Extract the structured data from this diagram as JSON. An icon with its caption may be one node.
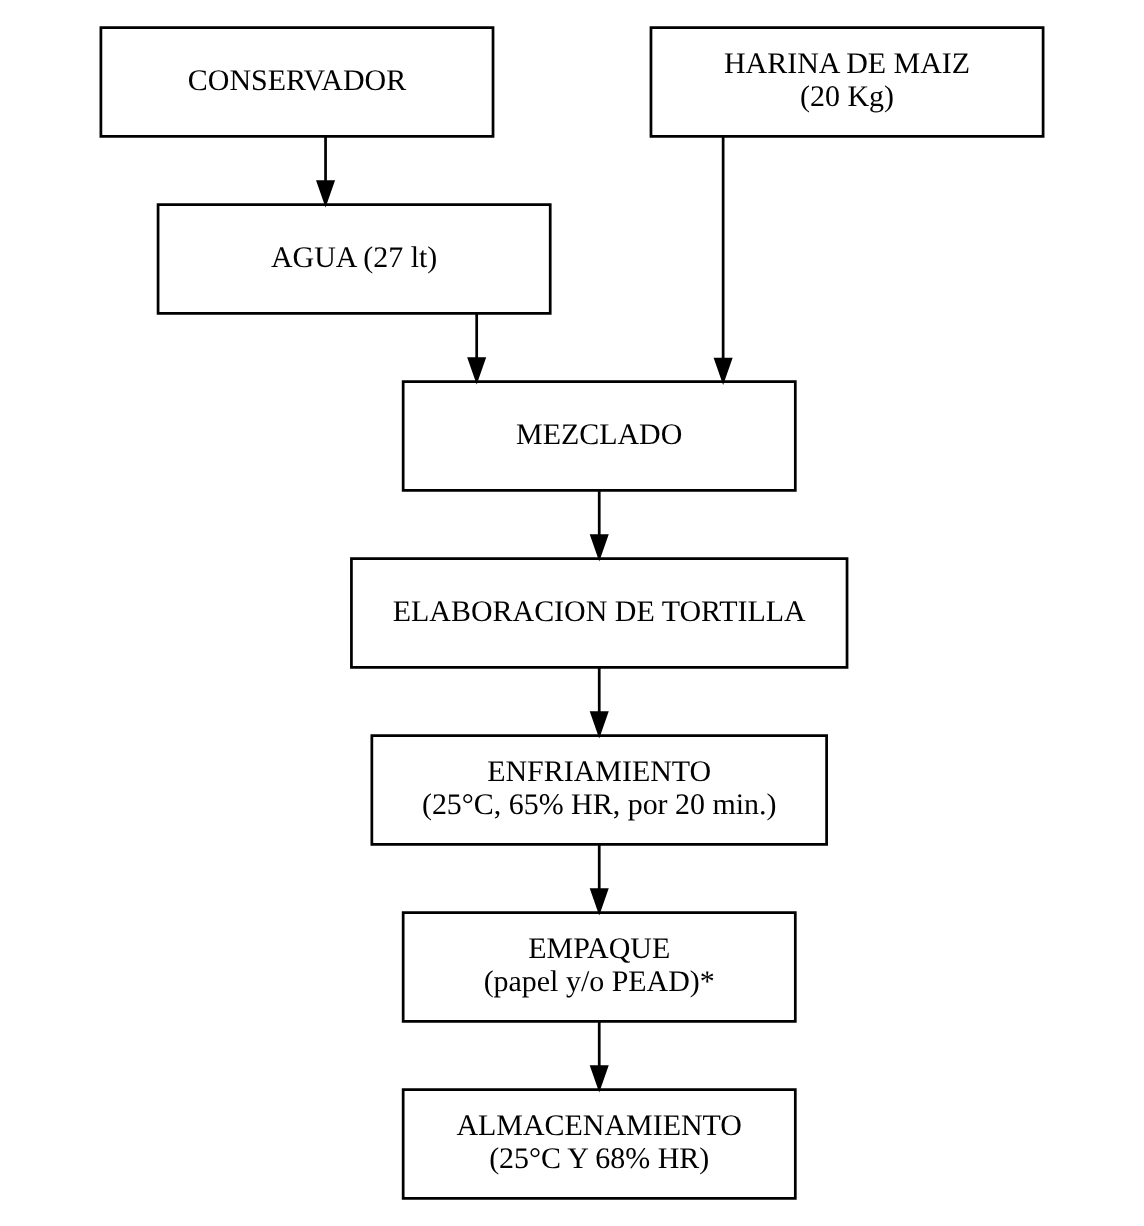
{
  "diagram": {
    "nodes": [
      {
        "text": [
          "CONSERVADOR"
        ]
      },
      {
        "text": [
          "HARINA DE MAIZ",
          "(20 Kg)"
        ]
      },
      {
        "text": [
          "AGUA (27 lt)"
        ]
      },
      {
        "text": [
          "MEZCLADO"
        ]
      },
      {
        "text": [
          "ELABORACION DE TORTILLA"
        ]
      },
      {
        "text": [
          "ENFRIAMIENTO",
          "(25°C, 65% HR, por 20 min.)"
        ]
      },
      {
        "text": [
          "EMPAQUE",
          "(papel y/o PEAD)*"
        ]
      },
      {
        "text": [
          "ALMACENAMIENTO",
          "(25°C Y 68% HR)"
        ]
      }
    ],
    "edges": [
      {
        "from": 0,
        "to": 2,
        "arrow": "to"
      },
      {
        "from": 1,
        "to": 3,
        "arrow": "to"
      },
      {
        "from": 2,
        "to": 3,
        "arrow": "to"
      },
      {
        "from": 3,
        "to": 4,
        "arrow": "to"
      },
      {
        "from": 4,
        "to": 5,
        "arrow": "to"
      },
      {
        "from": 5,
        "to": 6,
        "arrow": "to"
      },
      {
        "from": 6,
        "to": 7,
        "arrow": "to"
      }
    ]
  }
}
